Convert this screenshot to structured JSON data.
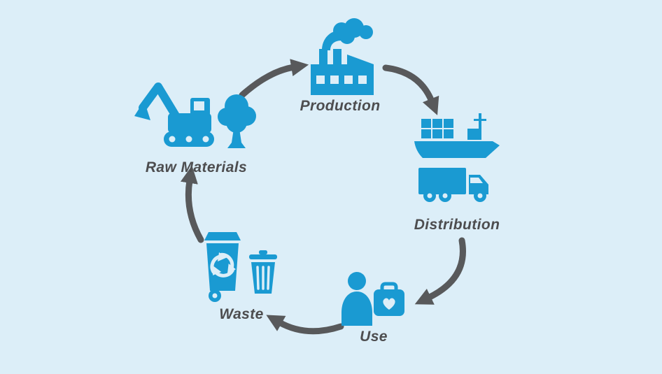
{
  "colors": {
    "background": "#dceef8",
    "icon_blue": "#1a9ad2",
    "arrow_gray": "#58595b",
    "label_gray": "#4d4d4f"
  },
  "nodes": [
    {
      "id": "raw_materials",
      "label": "Raw Materials",
      "icon": "excavator-tree-icon"
    },
    {
      "id": "production",
      "label": "Production",
      "icon": "factory-icon"
    },
    {
      "id": "distribution",
      "label": "Distribution",
      "icon": "cargo-ship-truck-icon"
    },
    {
      "id": "use",
      "label": "Use",
      "icon": "person-briefcase-icon"
    },
    {
      "id": "waste",
      "label": "Waste",
      "icon": "recycling-bins-icon"
    }
  ],
  "flow_order": [
    "Raw Materials",
    "Production",
    "Distribution",
    "Use",
    "Waste",
    "Raw Materials"
  ]
}
